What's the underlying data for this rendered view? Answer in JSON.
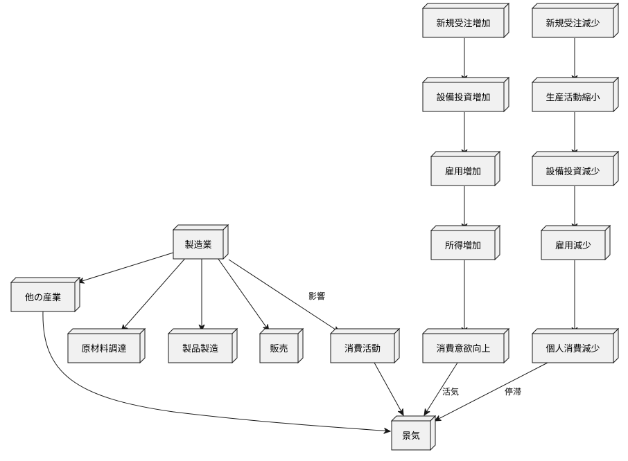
{
  "nodes": {
    "manufacturing": "製造業",
    "other_industry": "他の産業",
    "raw_materials": "原材料調達",
    "production": "製品製造",
    "sales": "販売",
    "consumption_activity": "消費活動",
    "economy": "景気",
    "new_orders_up": "新規受注増加",
    "capex_up": "設備投資増加",
    "employment_up": "雇用増加",
    "income_up": "所得増加",
    "consumer_sentiment_up": "消費意欲向上",
    "new_orders_down": "新規受注減少",
    "production_shrink": "生産活動縮小",
    "capex_down": "設備投資減少",
    "employment_down": "雇用減少",
    "personal_consumption_down": "個人消費減少"
  },
  "edge_labels": {
    "influence": "影響",
    "vitality": "活気",
    "stagnation": "停滞"
  }
}
